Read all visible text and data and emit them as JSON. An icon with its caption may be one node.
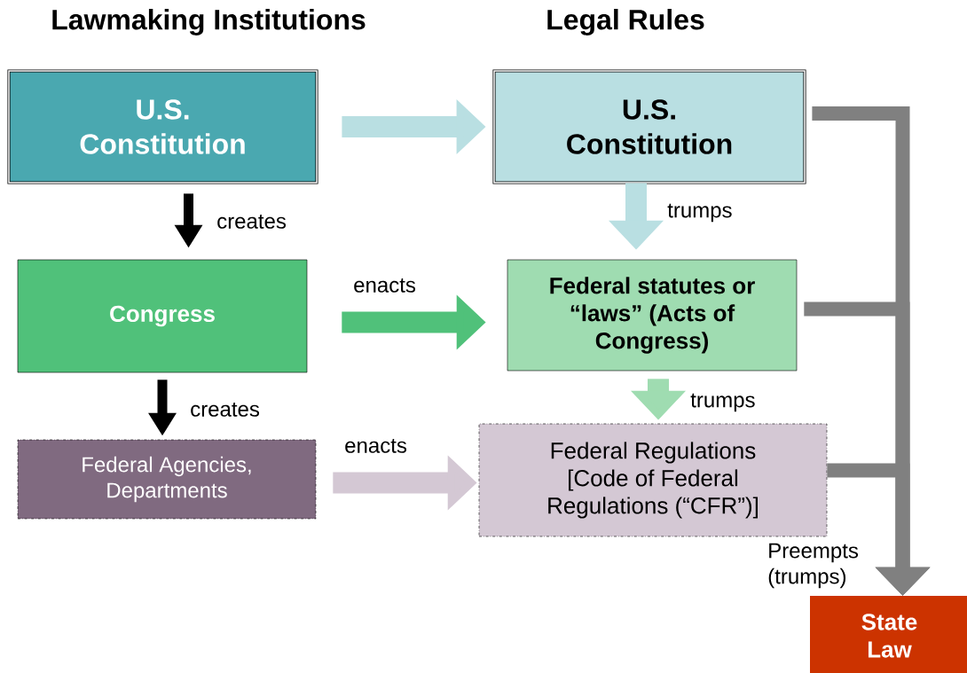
{
  "diagram": {
    "nodes": [
      {
        "text": [
          "U.S. Constitution"
        ]
      },
      {
        "text": [
          "Congress"
        ]
      },
      {
        "text": [
          "Federal Agencies, Departments"
        ]
      },
      {
        "text": [
          "U.S. Constitution"
        ]
      },
      {
        "text": [
          "Federal statutes or “laws” (Acts of Congress)"
        ]
      },
      {
        "text": [
          "Federal Regulations [Code of Federal Regulations (“CFR”)]"
        ]
      },
      {
        "text": [
          "State Law"
        ]
      }
    ],
    "edges": [
      {
        "from": 0,
        "to": 3,
        "arrow": "to",
        "color": "#b9dfe2"
      },
      {
        "from": 0,
        "to": 1,
        "arrow": "to",
        "label": "creates",
        "color": "#000000"
      },
      {
        "from": 1,
        "to": 2,
        "arrow": "to",
        "label": "creates",
        "color": "#000000"
      },
      {
        "from": 1,
        "to": 4,
        "arrow": "to",
        "label": "enacts",
        "color": "#50c17a"
      },
      {
        "from": 2,
        "to": 5,
        "arrow": "to",
        "label": "enacts",
        "color": "#d4c8d4"
      },
      {
        "from": 3,
        "to": 4,
        "arrow": "to",
        "label": "trumps",
        "color": "#b9dfe2"
      },
      {
        "from": 4,
        "to": 5,
        "arrow": "to",
        "label": "trumps",
        "color": "#9fdcb1"
      },
      {
        "from": 3,
        "to": 6,
        "arrow": "to",
        "label": "Preempts (trumps)",
        "color": "#808080"
      },
      {
        "from": 4,
        "to": 6,
        "arrow": "to",
        "color": "#808080"
      },
      {
        "from": 5,
        "to": 6,
        "arrow": "to",
        "color": "#808080"
      }
    ],
    "labels": [
      "Lawmaking Institutions",
      "Legal Rules"
    ]
  }
}
